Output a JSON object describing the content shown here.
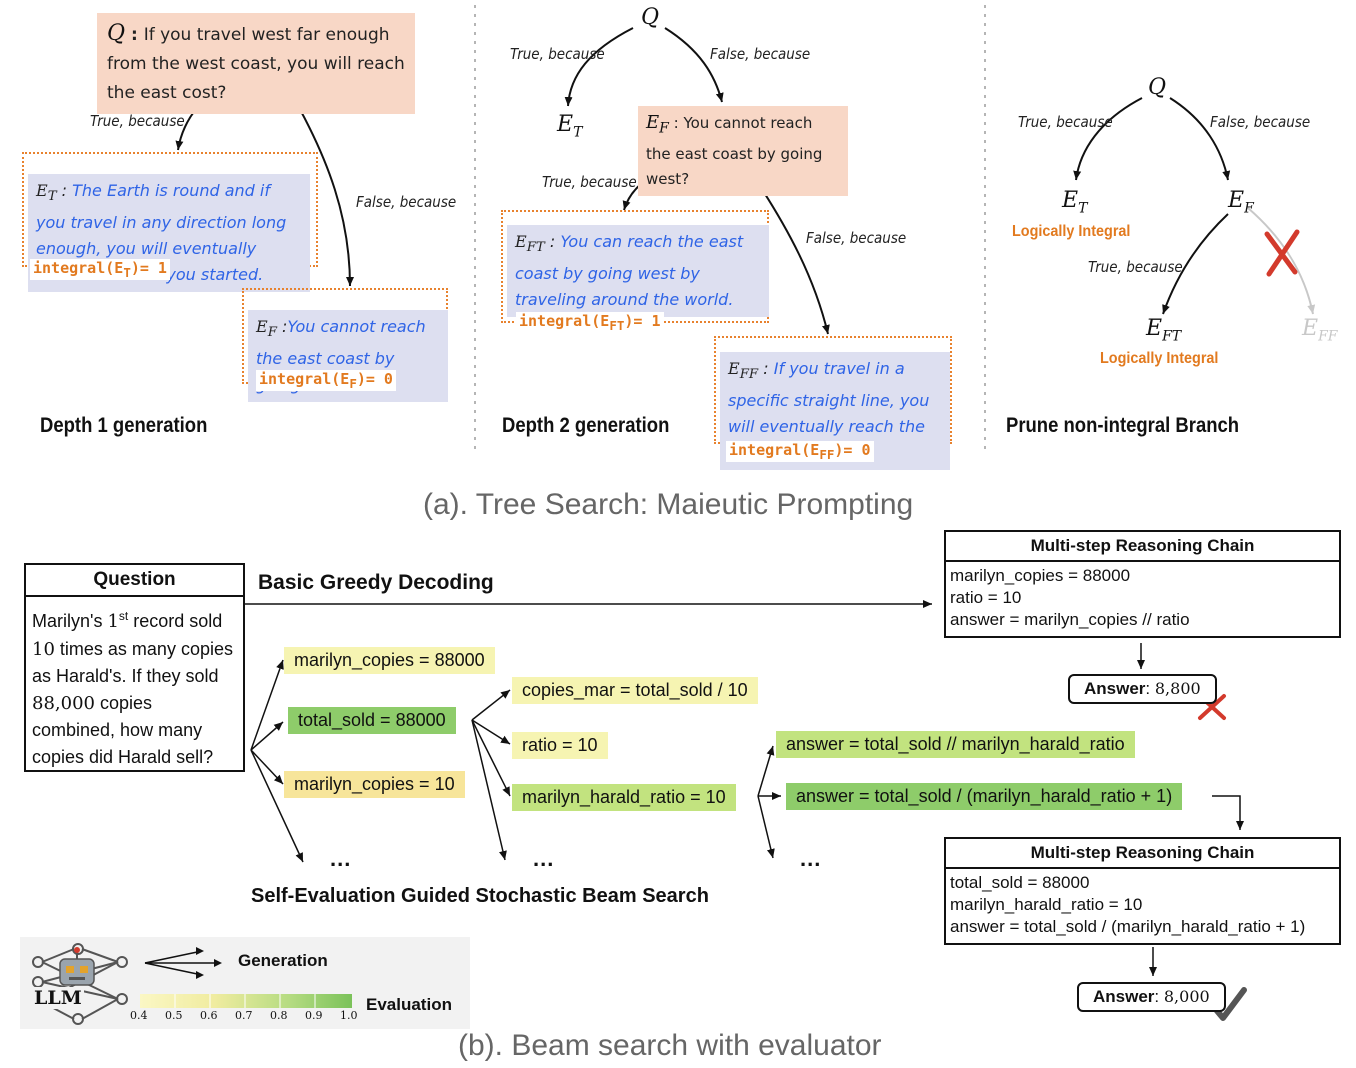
{
  "part_a": {
    "caption": "(a). Tree Search: Maieutic Prompting",
    "panel1": {
      "q_label": "Q",
      "q_text": "If you travel west far enough from the west coast, you will reach the east cost?",
      "true_label": "True, because",
      "false_label": "False, because",
      "et_label": "E",
      "et_sub": "T",
      "et_text": "The Earth is round and if you travel in any direction long enough, you will eventually return to where you started.",
      "et_integral": "integral(E",
      "et_integral_sub": "T",
      "et_integral_val": ")= 1",
      "ef_label": "E",
      "ef_sub": "F",
      "ef_text": "You cannot reach the east coast by going west.",
      "ef_integral": "integral(E",
      "ef_integral_sub": "F",
      "ef_integral_val": ")= 0",
      "title": "Depth 1 generation"
    },
    "panel2": {
      "q_label": "Q",
      "true_label": "True, because",
      "false_label": "False, because",
      "et_node": "E",
      "et_node_sub": "T",
      "ef_label": "E",
      "ef_sub": "F",
      "ef_text": "You cannot reach the east coast by going west?",
      "true_label2": "True, because",
      "false_label2": "False, because",
      "eft_label": "E",
      "eft_sub": "FT",
      "eft_text": "You can reach the east coast by going west by traveling around the world.",
      "eft_integral": "integral(E",
      "eft_integral_sub": "FT",
      "eft_integral_val": ")= 1",
      "eff_label": "E",
      "eff_sub": "FF",
      "eff_text": "If you travel in a specific straight line, you will eventually reach the other side.",
      "eff_integral": "integral(E",
      "eff_integral_sub": "FF",
      "eff_integral_val": ")= 0",
      "title": "Depth 2 generation"
    },
    "panel3": {
      "q_label": "Q",
      "true_label": "True, because",
      "false_label": "False, because",
      "et_node": "E",
      "et_sub": "T",
      "et_status": "Logically Integral",
      "ef_node": "E",
      "ef_sub": "F",
      "true_label2": "True, because",
      "eft_node": "E",
      "eft_sub": "FT",
      "eft_status": "Logically Integral",
      "eff_node": "E",
      "eff_sub": "FF",
      "title": "Prune non-integral Branch"
    }
  },
  "part_b": {
    "caption": "(b). Beam search with evaluator",
    "question": {
      "header": "Question",
      "text_1": "Marilyn's ",
      "text_num": "1",
      "text_sup": "st",
      "text_2": " record sold ",
      "text_10": "10",
      "text_3": " times as many copies as Harald's. If they sold ",
      "text_88": "88,000",
      "text_4": " copies combined, how many copies did Harald sell?"
    },
    "greedy_label": "Basic Greedy Decoding",
    "beam_label": "Self-Evaluation Guided Stochastic Beam Search",
    "chips": {
      "c1": "marilyn_copies = 88000",
      "c2": "total_sold = 88000",
      "c3": "marilyn_copies = 10",
      "c4": "copies_mar = total_sold / 10",
      "c5": "ratio = 10",
      "c6": "marilyn_harald_ratio = 10",
      "c7": "answer = total_sold // marilyn_harald_ratio",
      "c8": "answer = total_sold / (marilyn_harald_ratio + 1)"
    },
    "ellipsis": "...",
    "chain1": {
      "header": "Multi-step Reasoning Chain",
      "lines": [
        "marilyn_copies = 88000",
        "ratio = 10",
        "answer = marilyn_copies // ratio"
      ]
    },
    "answer1": {
      "label": "Answer",
      "value": "8,800"
    },
    "chain2": {
      "header": "Multi-step Reasoning Chain",
      "lines": [
        "total_sold = 88000",
        "marilyn_harald_ratio = 10",
        "answer = total_sold / (marilyn_harald_ratio + 1)"
      ]
    },
    "answer2": {
      "label": "Answer",
      "value": "8,000"
    },
    "legend": {
      "llm_label": "LLM",
      "generation_label": "Generation",
      "evaluation_label": "Evaluation",
      "ticks": [
        "0.4",
        "0.5",
        "0.6",
        "0.7",
        "0.8",
        "0.9",
        "1.0"
      ]
    }
  },
  "colors": {
    "peach": "#f8d7c6",
    "lavender": "#dddff0",
    "blue_text": "#2f64e6",
    "orange": "#e27a1f",
    "red_x": "#d33a2c",
    "chip_light": "#f6f4b2",
    "chip_yellow": "#f7e59a",
    "chip_green": "#8ecc6a",
    "chip_lgreen": "#c2e37f"
  }
}
